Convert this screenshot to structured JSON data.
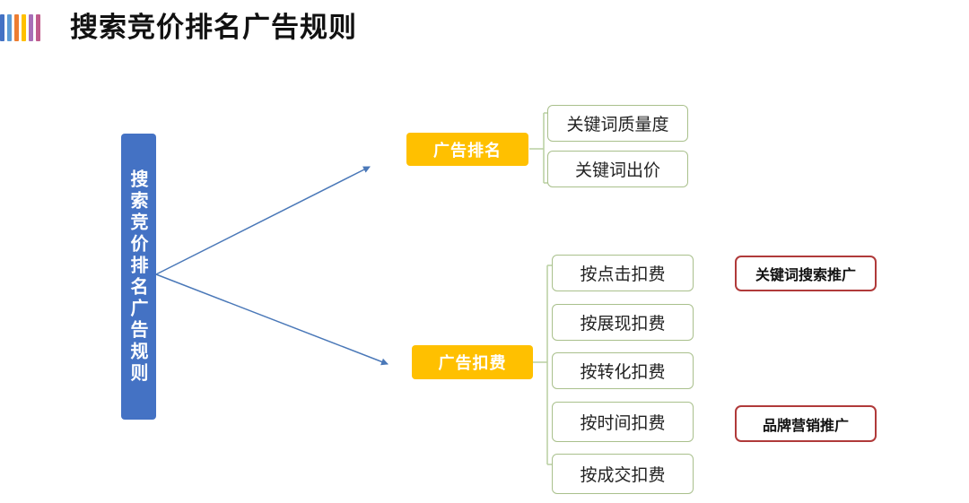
{
  "header": {
    "title": "搜索竞价排名广告规则",
    "accent_stripes": [
      "#4472c4",
      "#5b9bd5",
      "#ed7d31",
      "#ffc000",
      "#a86fb7",
      "#c05b8c"
    ]
  },
  "diagram": {
    "root": {
      "label": "搜索竞价排名广告规则",
      "color": "#4472c4"
    },
    "branches": [
      {
        "label": "广告排名",
        "color": "#ffc000",
        "leaves": [
          "关键词质量度",
          "关键词出价"
        ]
      },
      {
        "label": "广告扣费",
        "color": "#ffc000",
        "leaves": [
          "按点击扣费",
          "按展现扣费",
          "按转化扣费",
          "按时间扣费",
          "按成交扣费"
        ]
      }
    ],
    "categories": [
      {
        "label": "关键词搜索推广",
        "linked_to": "按点击扣费"
      },
      {
        "label": "品牌营销推广",
        "linked_to": "按时间扣费"
      }
    ],
    "colors": {
      "connector": "#4a78b8",
      "bracket": "#b9cfa0",
      "leaf_border": "#a9c08c",
      "category_border": "#b03a3a"
    }
  }
}
